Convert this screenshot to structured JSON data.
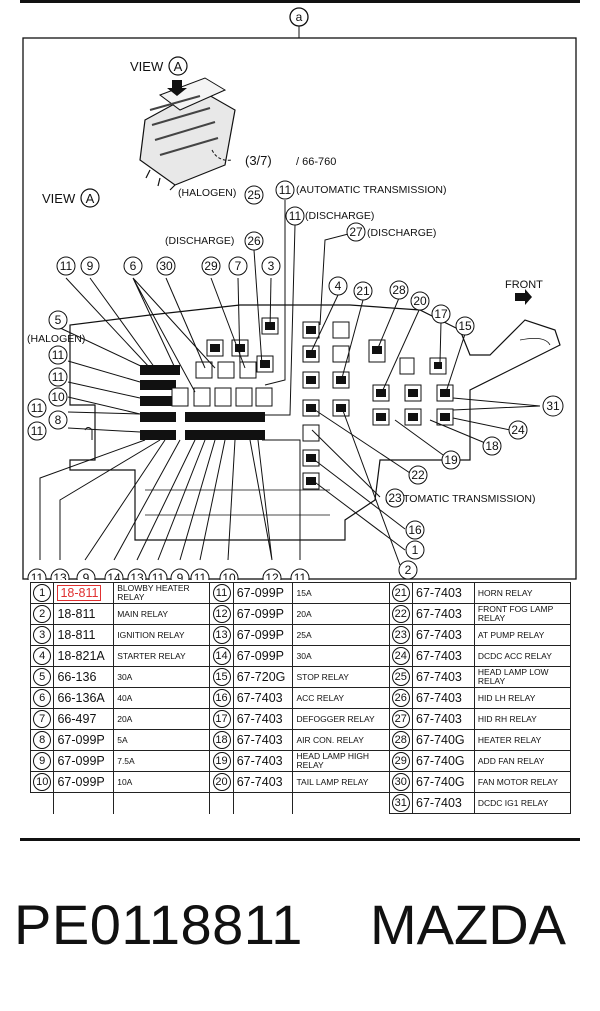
{
  "figure": {
    "ref_letter": "a",
    "view_label": "VIEW",
    "view_letter": "A",
    "ref_fraction": "(3/7)",
    "ref_code": "/ 66-760",
    "front_label": "FRONT",
    "annotations": {
      "halogen_25": "(HALOGEN)",
      "auto_trans_11": "(AUTOMATIC TRANSMISSION)",
      "discharge_11": "(DISCHARGE)",
      "discharge_26": "(DISCHARGE)",
      "discharge_27": "(DISCHARGE)",
      "halogen_left": "(HALOGEN)",
      "auto_trans_23": "(AUTOMATIC TRANSMISSION)"
    }
  },
  "parts_table": {
    "rows": [
      {
        "l_num": "1",
        "l_part": "18-811",
        "l_desc": "BLOWBY HEATER RELAY",
        "m_num": "11",
        "m_part": "67-099P",
        "m_desc": "15A",
        "r_num": "21",
        "r_part": "67-7403",
        "r_desc": "HORN RELAY"
      },
      {
        "l_num": "2",
        "l_part": "18-811",
        "l_desc": "MAIN RELAY",
        "m_num": "12",
        "m_part": "67-099P",
        "m_desc": "20A",
        "r_num": "22",
        "r_part": "67-7403",
        "r_desc": "FRONT FOG LAMP RELAY"
      },
      {
        "l_num": "3",
        "l_part": "18-811",
        "l_desc": "IGNITION RELAY",
        "m_num": "13",
        "m_part": "67-099P",
        "m_desc": "25A",
        "r_num": "23",
        "r_part": "67-7403",
        "r_desc": "AT PUMP RELAY"
      },
      {
        "l_num": "4",
        "l_part": "18-821A",
        "l_desc": "STARTER RELAY",
        "m_num": "14",
        "m_part": "67-099P",
        "m_desc": "30A",
        "r_num": "24",
        "r_part": "67-7403",
        "r_desc": "DCDC ACC RELAY"
      },
      {
        "l_num": "5",
        "l_part": "66-136",
        "l_desc": "30A",
        "m_num": "15",
        "m_part": "67-720G",
        "m_desc": "STOP RELAY",
        "r_num": "25",
        "r_part": "67-7403",
        "r_desc": "HEAD LAMP LOW RELAY"
      },
      {
        "l_num": "6",
        "l_part": "66-136A",
        "l_desc": "40A",
        "m_num": "16",
        "m_part": "67-7403",
        "m_desc": "ACC RELAY",
        "r_num": "26",
        "r_part": "67-7403",
        "r_desc": "HID LH RELAY"
      },
      {
        "l_num": "7",
        "l_part": "66-497",
        "l_desc": "20A",
        "m_num": "17",
        "m_part": "67-7403",
        "m_desc": "DEFOGGER RELAY",
        "r_num": "27",
        "r_part": "67-7403",
        "r_desc": "HID RH RELAY"
      },
      {
        "l_num": "8",
        "l_part": "67-099P",
        "l_desc": "5A",
        "m_num": "18",
        "m_part": "67-7403",
        "m_desc": "AIR CON. RELAY",
        "r_num": "28",
        "r_part": "67-740G",
        "r_desc": "HEATER RELAY"
      },
      {
        "l_num": "9",
        "l_part": "67-099P",
        "l_desc": "7.5A",
        "m_num": "19",
        "m_part": "67-7403",
        "m_desc": "HEAD LAMP HIGH RELAY",
        "r_num": "29",
        "r_part": "67-740G",
        "r_desc": "ADD FAN RELAY"
      },
      {
        "l_num": "10",
        "l_part": "67-099P",
        "l_desc": "10A",
        "m_num": "20",
        "m_part": "67-7403",
        "m_desc": "TAIL LAMP RELAY",
        "r_num": "30",
        "r_part": "67-740G",
        "r_desc": "FAN MOTOR RELAY"
      },
      {
        "l_num": "",
        "l_part": "",
        "l_desc": "",
        "m_num": "",
        "m_part": "",
        "m_desc": "",
        "r_num": "31",
        "r_part": "67-7403",
        "r_desc": "DCDC IG1 RELAY"
      }
    ]
  },
  "footer": {
    "part_number": "PE0118811",
    "brand": "MAZDA"
  }
}
